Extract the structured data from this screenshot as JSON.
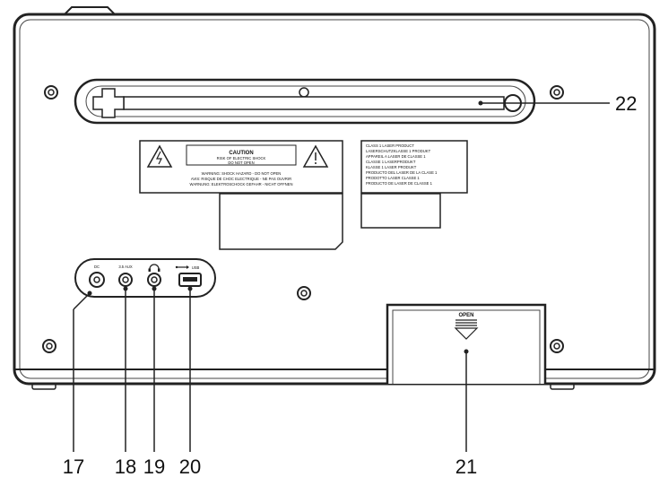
{
  "diagram": {
    "callouts": [
      "17",
      "18",
      "19",
      "20",
      "21",
      "22"
    ],
    "caution_label": {
      "title": "CAUTION",
      "line1": "RISK OF ELECTRIC SHOCK",
      "line2": "DO NOT OPEN",
      "warning1": "WARNING: SHOCK HAZARD - DO NOT OPEN",
      "warning2": "AVIS: RISQUE DE CHOC ELECTRIQUE - NE PAS OUVRIR",
      "warning3": "WARNUNG: ELEKTROSCHOCK GEFAHR - NICHT OFFNEN"
    },
    "laser_label": [
      "CLASS 1 LASER PRODUCT",
      "LASERSCHUTZKLASSE 1 PRODUKT",
      "APPAREIL A LASER DE CLASSE 1",
      "CLASSE 1 LASERPRODUKT",
      "KLASSE 1 LASER PRODUKT",
      "PRODUCTO DEL LASER DE LA CLASE 1",
      "PRODOTTO LASER CLASSE 1",
      "PRODUCTO DE LASER DE CLASSE 1"
    ],
    "ports": {
      "dc": "DC",
      "aux": "3.5 AUX",
      "usb": "USB"
    },
    "door_label": "OPEN"
  }
}
